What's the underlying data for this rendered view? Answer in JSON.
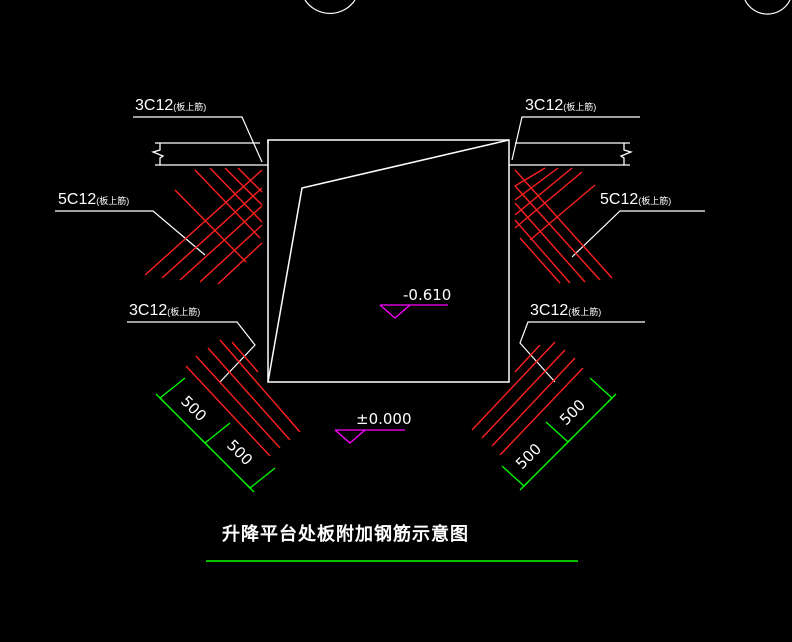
{
  "labels": {
    "rebar_top_left": "3C12",
    "rebar_top_left_note": "(板上筋)",
    "rebar_top_right": "3C12",
    "rebar_top_right_note": "(板上筋)",
    "rebar_mid_left": "5C12",
    "rebar_mid_left_note": "(板上筋)",
    "rebar_mid_right": "5C12",
    "rebar_mid_right_note": "(板上筋)",
    "rebar_low_left": "3C12",
    "rebar_low_left_note": "(板上筋)",
    "rebar_low_right": "3C12",
    "rebar_low_right_note": "(板上筋)"
  },
  "elevations": {
    "pit": "-0.610",
    "floor": "±0.000"
  },
  "dimensions": {
    "left_1": "500",
    "left_2": "500",
    "right_1": "500",
    "right_2": "500"
  },
  "title": "升降平台处板附加钢筋示意图",
  "colors": {
    "background": "#000000",
    "outline": "#ffffff",
    "rebar": "#ff0000",
    "dimension": "#00ff00",
    "elevation_marker": "#ff00ff",
    "title_underline": "#00ff00"
  }
}
